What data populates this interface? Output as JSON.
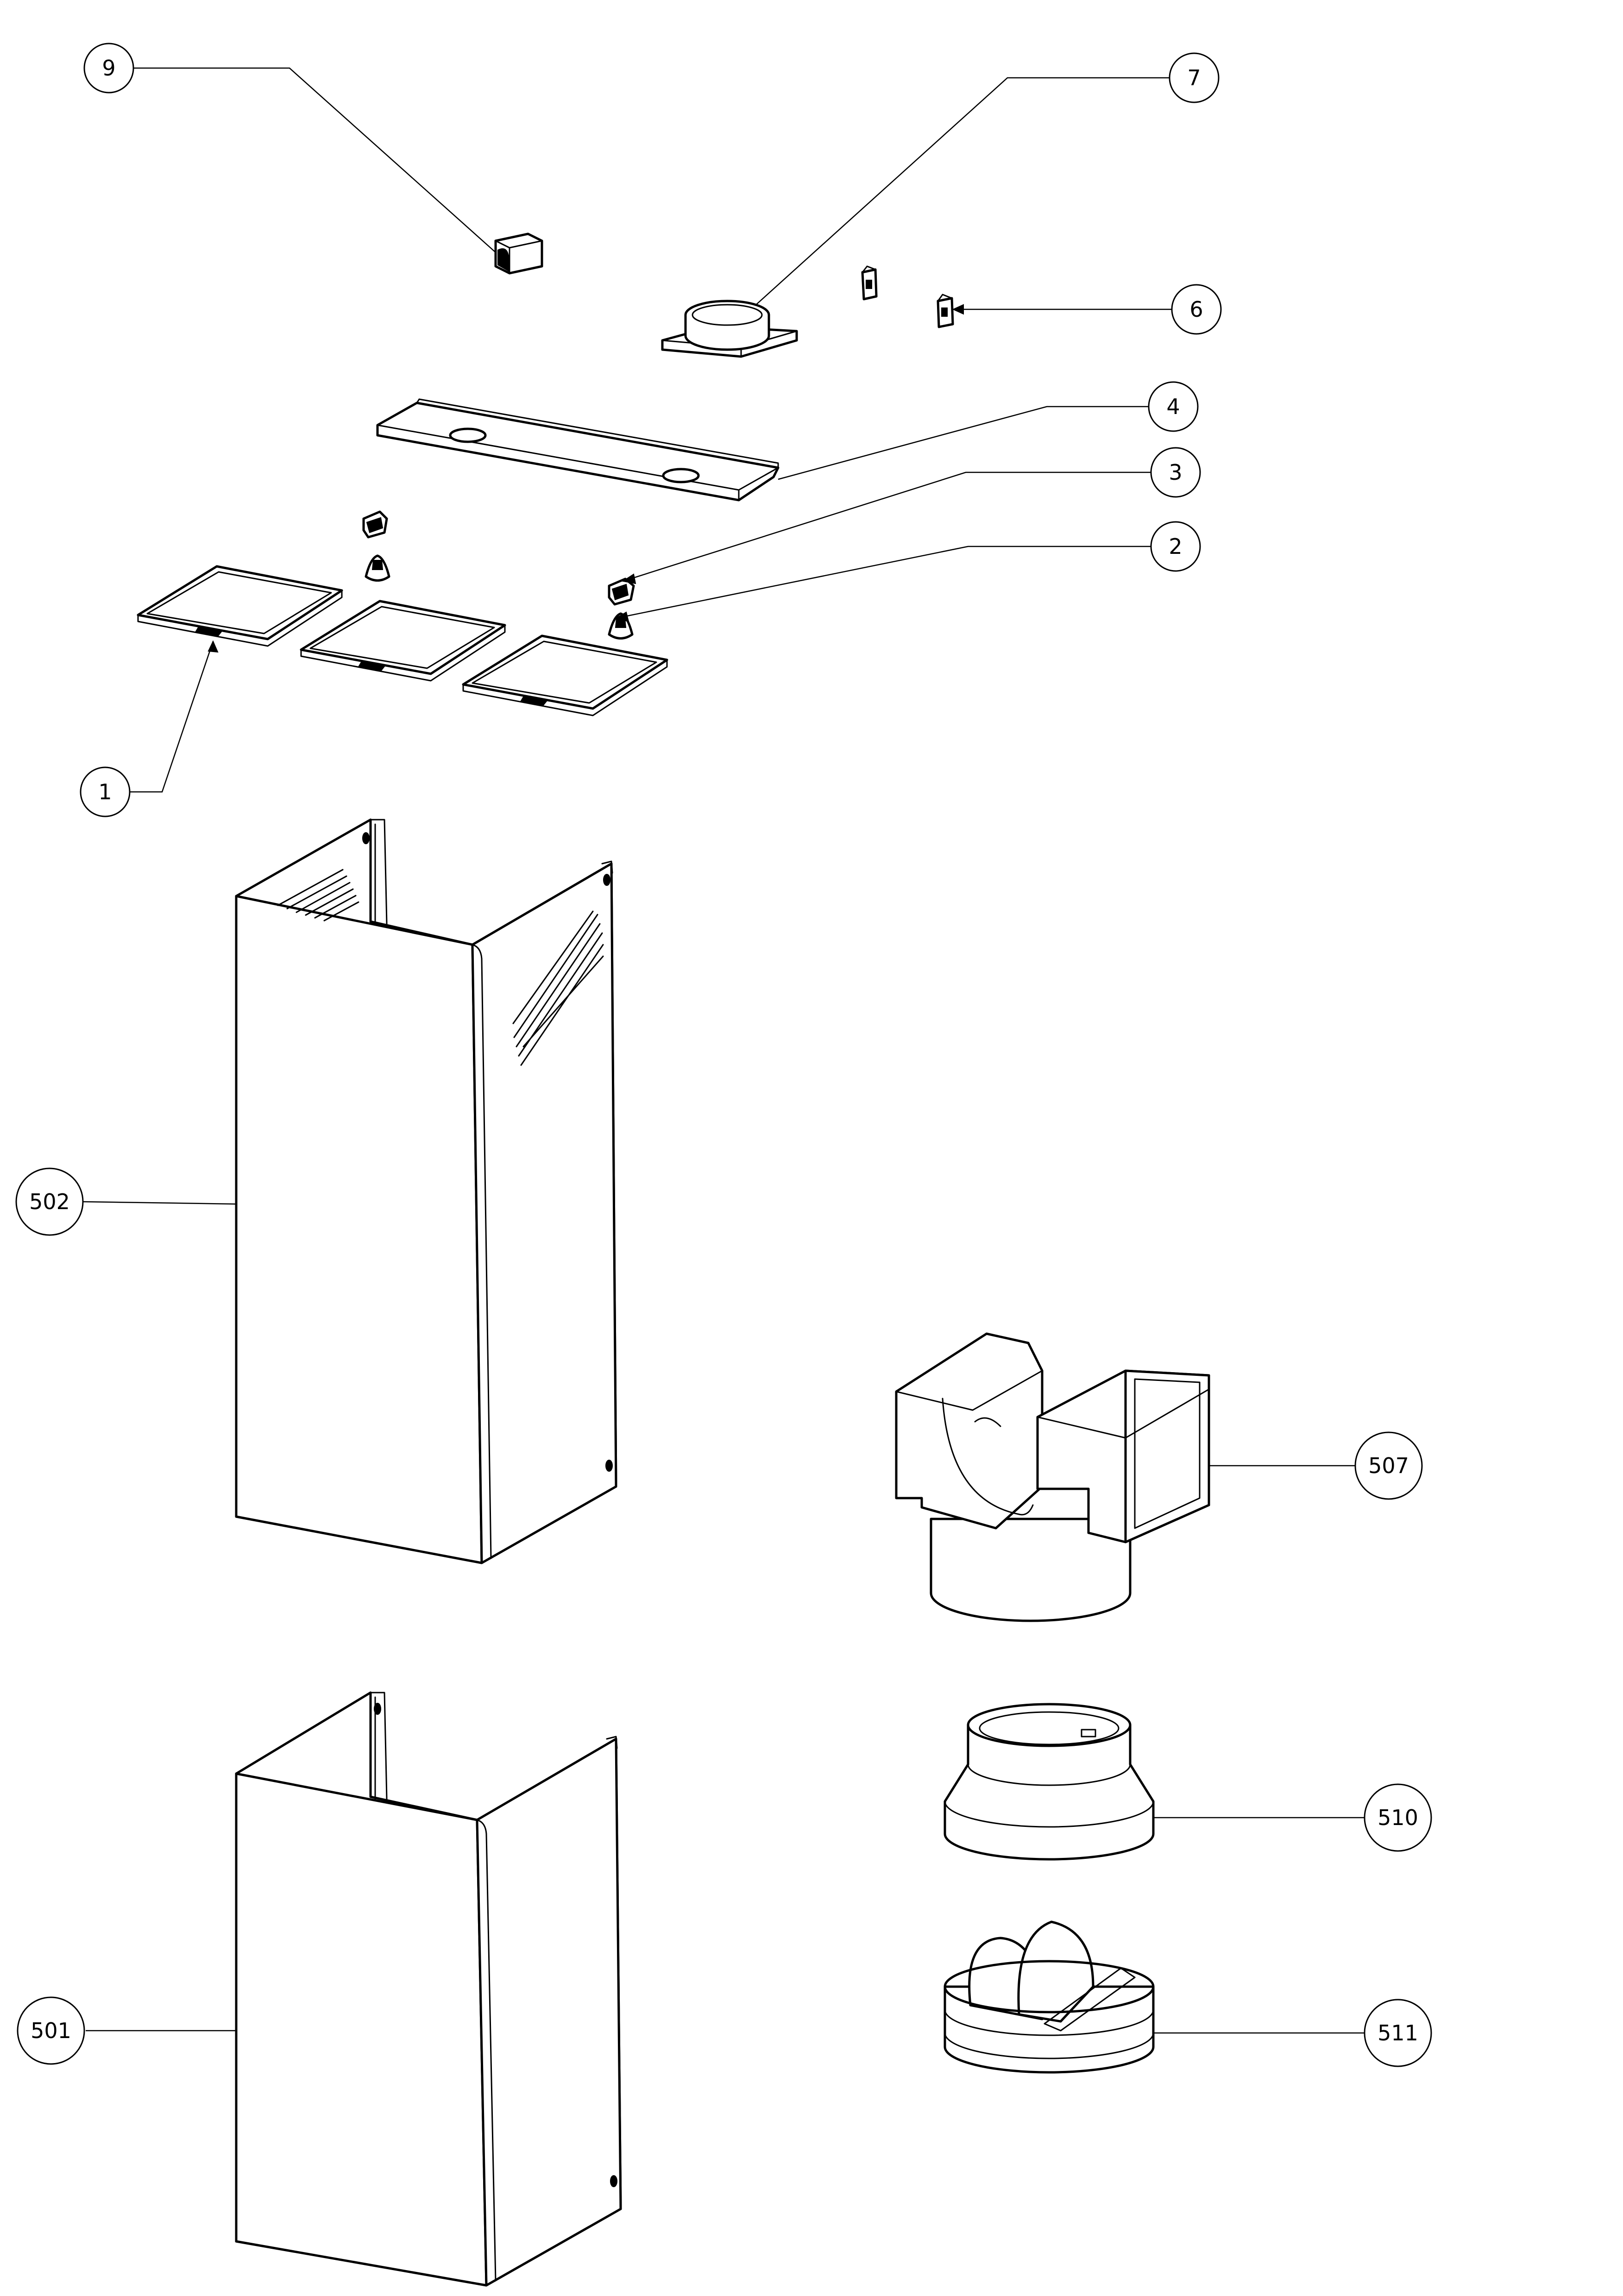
{
  "callouts": [
    {
      "id": "c9",
      "label": "9"
    },
    {
      "id": "c7",
      "label": "7"
    },
    {
      "id": "c6",
      "label": "6"
    },
    {
      "id": "c4",
      "label": "4"
    },
    {
      "id": "c3",
      "label": "3"
    },
    {
      "id": "c2",
      "label": "2"
    },
    {
      "id": "c1",
      "label": "1"
    },
    {
      "id": "c502",
      "label": "502"
    },
    {
      "id": "c507",
      "label": "507"
    },
    {
      "id": "c510",
      "label": "510"
    },
    {
      "id": "c511",
      "label": "511"
    },
    {
      "id": "c501",
      "label": "501"
    }
  ],
  "colors": {
    "line": "#000000",
    "background": "#ffffff"
  }
}
